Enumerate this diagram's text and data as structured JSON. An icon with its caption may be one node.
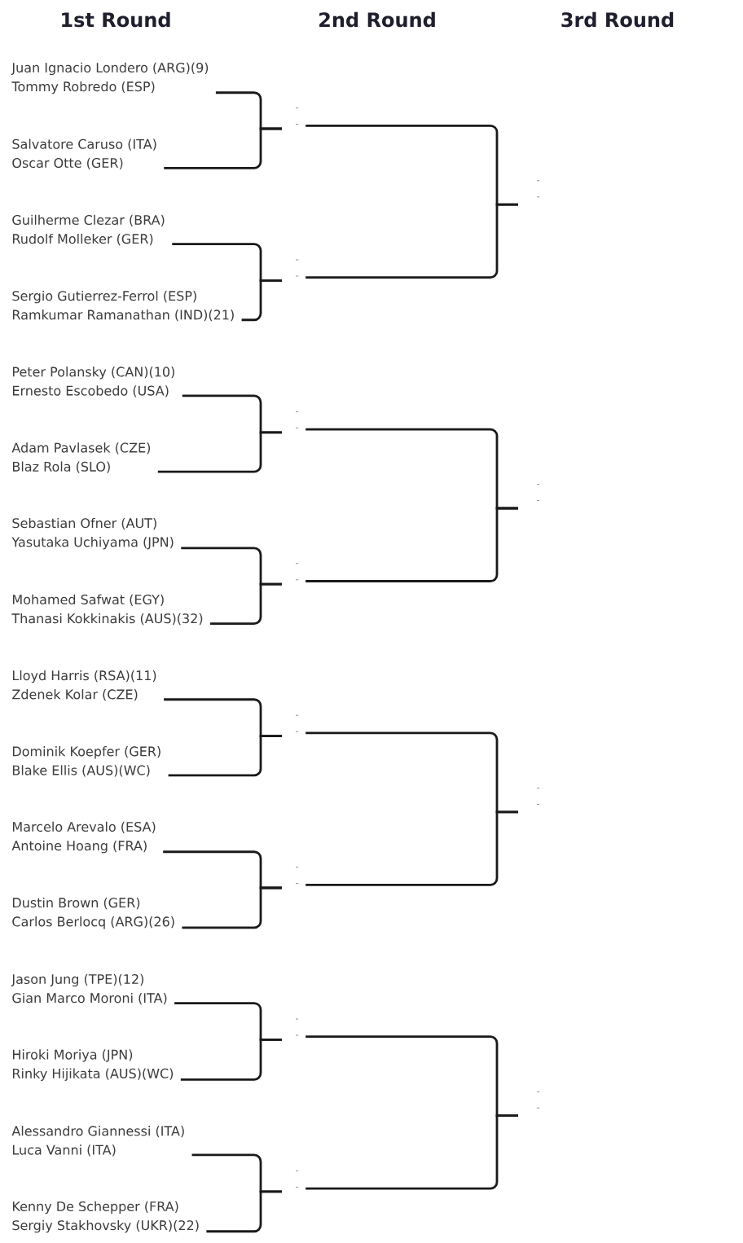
{
  "diagram": {
    "nodes": [
      {
        "text": [
          "Juan Ignacio Londero (ARG)(9)",
          "Tommy Robredo (ESP)"
        ]
      },
      {
        "text": [
          "Salvatore Caruso (ITA)",
          "Oscar Otte (GER)"
        ]
      },
      {
        "text": [
          "Guilherme Clezar (BRA)",
          "Rudolf Molleker (GER)"
        ]
      },
      {
        "text": [
          "Sergio Gutierrez-Ferrol (ESP)",
          "Ramkumar Ramanathan (IND)(21)"
        ]
      },
      {
        "text": [
          "Peter Polansky (CAN)(10)",
          "Ernesto Escobedo (USA)"
        ]
      },
      {
        "text": [
          "Adam Pavlasek (CZE)",
          "Blaz Rola (SLO)"
        ]
      },
      {
        "text": [
          "Sebastian Ofner (AUT)",
          "Yasutaka Uchiyama (JPN)"
        ]
      },
      {
        "text": [
          "Mohamed Safwat (EGY)",
          "Thanasi Kokkinakis (AUS)(32)"
        ]
      },
      {
        "text": [
          "Lloyd Harris (RSA)(11)",
          "Zdenek Kolar (CZE)"
        ]
      },
      {
        "text": [
          "Dominik Koepfer (GER)",
          "Blake Ellis (AUS)(WC)"
        ]
      },
      {
        "text": [
          "Marcelo Arevalo (ESA)",
          "Antoine Hoang (FRA)"
        ]
      },
      {
        "text": [
          "Dustin Brown (GER)",
          "Carlos Berlocq (ARG)(26)"
        ]
      },
      {
        "text": [
          "Jason Jung (TPE)(12)",
          "Gian Marco Moroni (ITA)"
        ]
      },
      {
        "text": [
          "Hiroki Moriya (JPN)",
          "Rinky Hijikata (AUS)(WC)"
        ]
      },
      {
        "text": [
          "Alessandro Giannessi (ITA)",
          "Luca Vanni (ITA)"
        ]
      },
      {
        "text": [
          "Kenny De Schepper (FRA)",
          "Sergiy Stakhovsky (UKR)(22)"
        ]
      },
      {
        "text": [
          "-",
          "-"
        ]
      },
      {
        "text": [
          "-",
          "-"
        ]
      },
      {
        "text": [
          "-",
          "-"
        ]
      },
      {
        "text": [
          "-",
          "-"
        ]
      },
      {
        "text": [
          "-",
          "-"
        ]
      },
      {
        "text": [
          "-",
          "-"
        ]
      },
      {
        "text": [
          "-",
          "-"
        ]
      },
      {
        "text": [
          "-",
          "-"
        ]
      },
      {
        "text": [
          "-",
          "-"
        ]
      },
      {
        "text": [
          "-",
          "-"
        ]
      },
      {
        "text": [
          "-",
          "-"
        ]
      },
      {
        "text": [
          "-",
          "-"
        ]
      }
    ],
    "edges": [
      {
        "from": 0,
        "to": 16,
        "arrow": "none"
      },
      {
        "from": 1,
        "to": 16,
        "arrow": "none"
      },
      {
        "from": 2,
        "to": 17,
        "arrow": "none"
      },
      {
        "from": 3,
        "to": 17,
        "arrow": "none"
      },
      {
        "from": 4,
        "to": 18,
        "arrow": "none"
      },
      {
        "from": 5,
        "to": 18,
        "arrow": "none"
      },
      {
        "from": 6,
        "to": 19,
        "arrow": "none"
      },
      {
        "from": 7,
        "to": 19,
        "arrow": "none"
      },
      {
        "from": 8,
        "to": 20,
        "arrow": "none"
      },
      {
        "from": 9,
        "to": 20,
        "arrow": "none"
      },
      {
        "from": 10,
        "to": 21,
        "arrow": "none"
      },
      {
        "from": 11,
        "to": 21,
        "arrow": "none"
      },
      {
        "from": 12,
        "to": 22,
        "arrow": "none"
      },
      {
        "from": 13,
        "to": 22,
        "arrow": "none"
      },
      {
        "from": 14,
        "to": 23,
        "arrow": "none"
      },
      {
        "from": 15,
        "to": 23,
        "arrow": "none"
      },
      {
        "from": 16,
        "to": 24,
        "arrow": "none"
      },
      {
        "from": 17,
        "to": 24,
        "arrow": "none"
      },
      {
        "from": 18,
        "to": 25,
        "arrow": "none"
      },
      {
        "from": 19,
        "to": 25,
        "arrow": "none"
      },
      {
        "from": 20,
        "to": 26,
        "arrow": "none"
      },
      {
        "from": 21,
        "to": 26,
        "arrow": "none"
      },
      {
        "from": 22,
        "to": 27,
        "arrow": "none"
      },
      {
        "from": 23,
        "to": 27,
        "arrow": "none"
      }
    ],
    "labels": [
      "1st Round",
      "2nd Round",
      "3rd Round"
    ]
  }
}
